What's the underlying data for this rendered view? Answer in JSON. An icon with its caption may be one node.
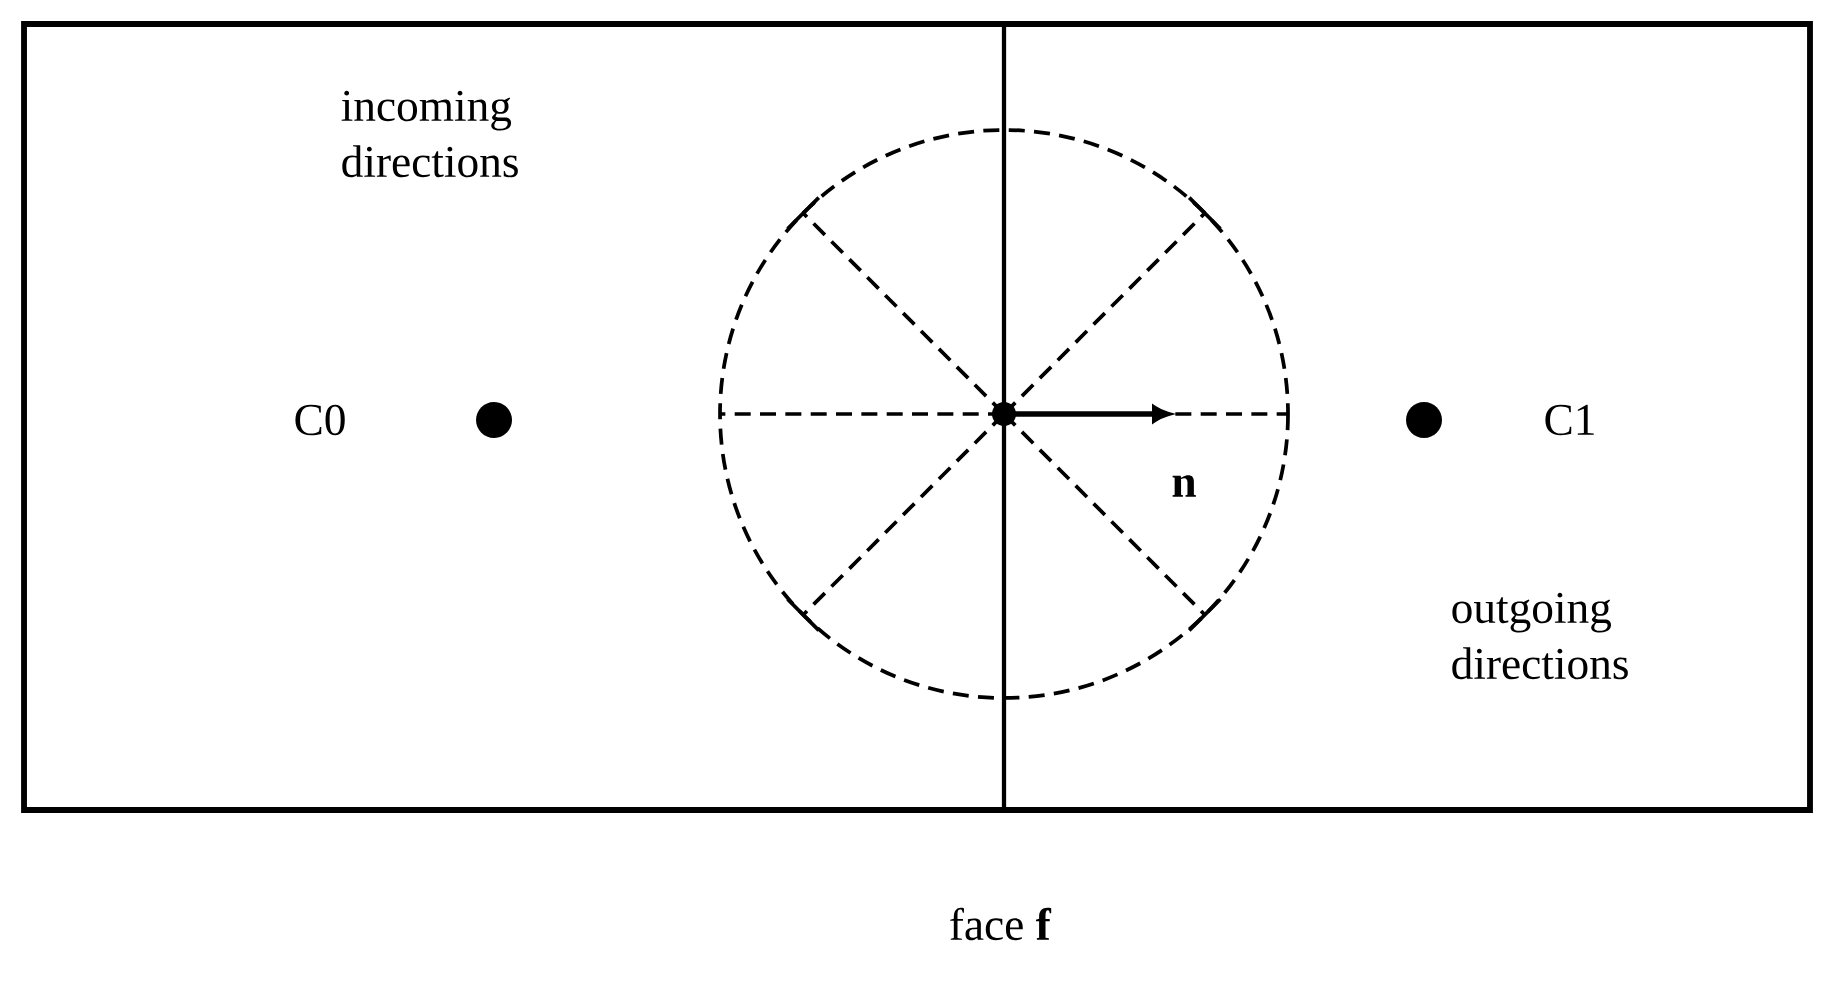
{
  "diagram": {
    "labels": [
      "incoming directions",
      "C0",
      "C1",
      "n",
      "outgoing directions",
      "face **f**"
    ]
  }
}
